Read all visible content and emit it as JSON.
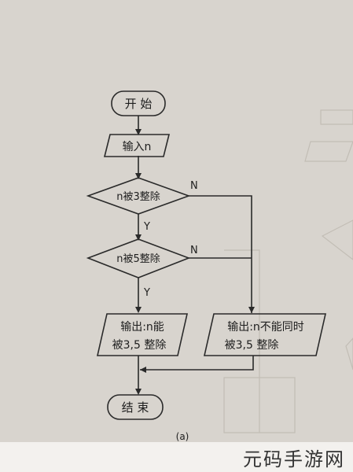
{
  "flowchart": {
    "start_label": "开 始",
    "input_label": "输入n",
    "decision1_label": "n被3整除",
    "decision2_label": "n被5整除",
    "yes_label": "Y",
    "no_label": "N",
    "output_yes_line1": "输出:n能",
    "output_yes_line2": "被3,5 整除",
    "output_no_line1": "输出:n不能同时",
    "output_no_line2": "被3,5 整除",
    "end_label": "结 束"
  },
  "caption": "(a)",
  "watermark": "元码手游网"
}
